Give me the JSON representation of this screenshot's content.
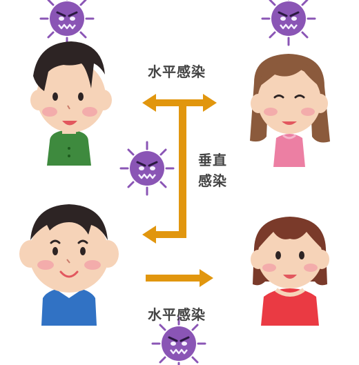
{
  "labels": {
    "horizontal_top": "水平感染",
    "vertical_line1": "垂直",
    "vertical_line2": "感染",
    "horizontal_bottom": "水平感染"
  },
  "colors": {
    "arrow": "#e1960e",
    "virus": "#8a55b5",
    "skin": "#f6d3b8",
    "cheek": "#f2a3a8",
    "text": "#444444"
  },
  "icons": [
    "virus-icon",
    "father-icon",
    "mother-icon",
    "boy-icon",
    "girl-icon"
  ]
}
